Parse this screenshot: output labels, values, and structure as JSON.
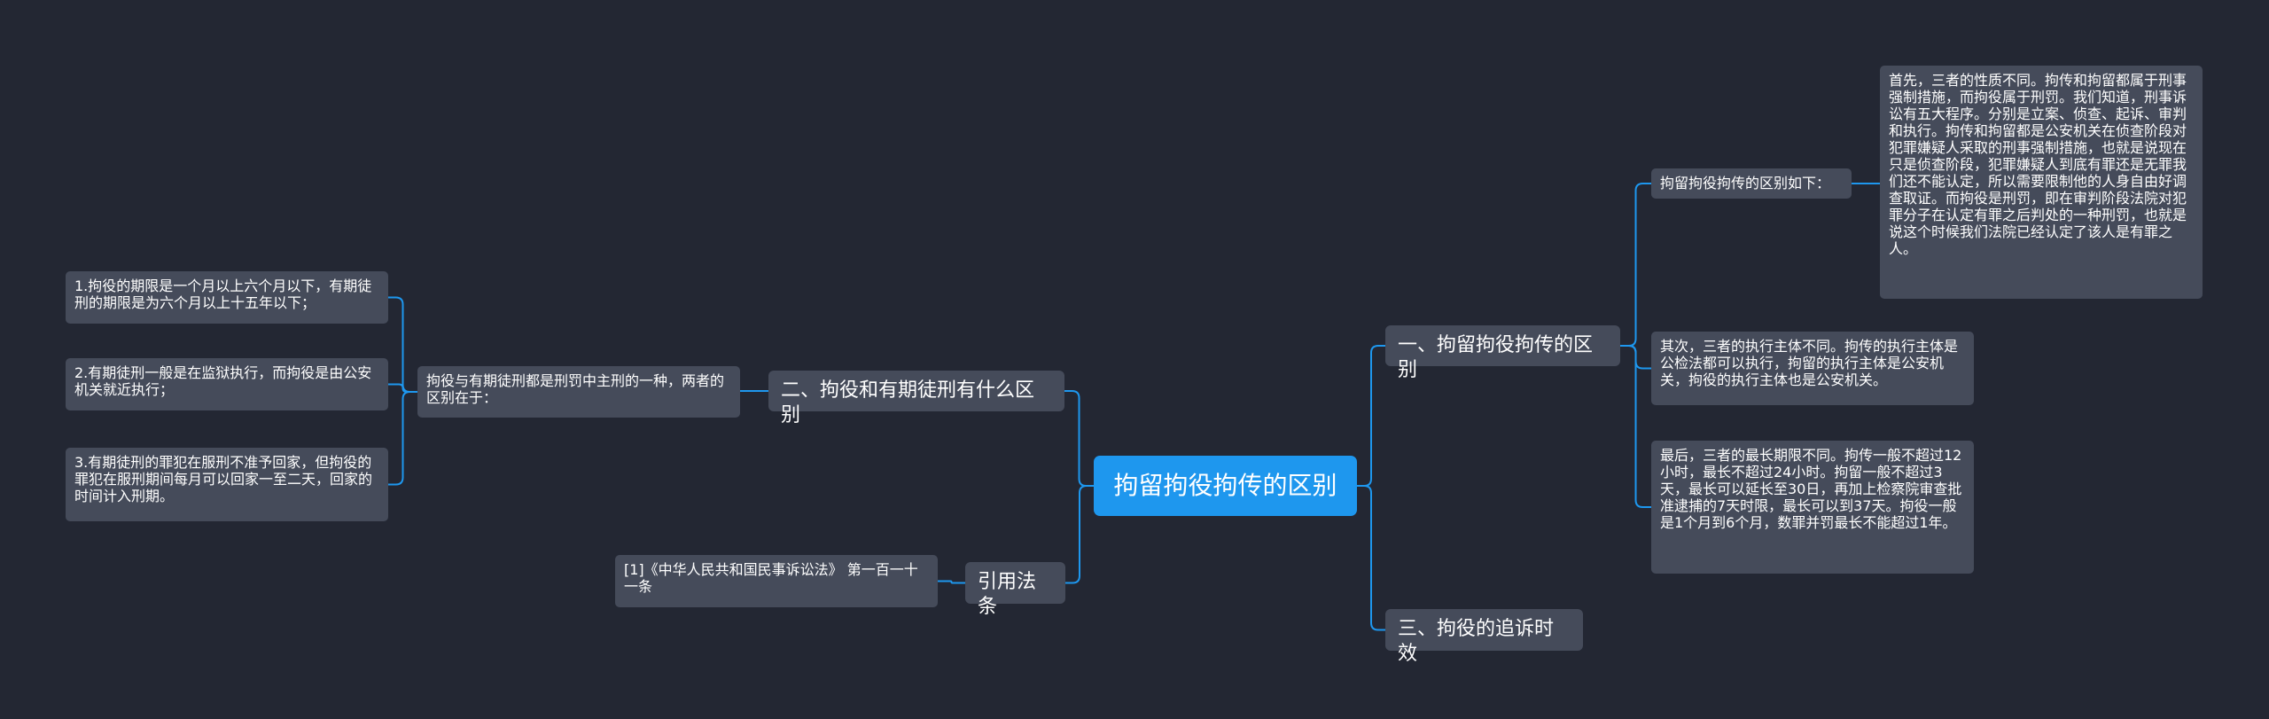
{
  "mindmap": {
    "root": "拘留拘役拘传的区别",
    "b1": {
      "title": "一、拘留拘役拘传的区别",
      "sub": "拘留拘役拘传的区别如下：",
      "p1": "首先，三者的性质不同。拘传和拘留都属于刑事强制措施，而拘役属于刑罚。我们知道，刑事诉讼有五大程序。分别是立案、侦查、起诉、审判和执行。拘传和拘留都是公安机关在侦查阶段对犯罪嫌疑人采取的刑事强制措施，也就是说现在只是侦查阶段，犯罪嫌疑人到底有罪还是无罪我们还不能认定，所以需要限制他的人身自由好调查取证。而拘役是刑罚，即在审判阶段法院对犯罪分子在认定有罪之后判处的一种刑罚，也就是说这个时候我们法院已经认定了该人是有罪之人。",
      "p2": "其次，三者的执行主体不同。拘传的执行主体是公检法都可以执行，拘留的执行主体是公安机关，拘役的执行主体也是公安机关。",
      "p3": "最后，三者的最长期限不同。拘传一般不超过12小时，最长不超过24小时。拘留一般不超过3天，最长可以延长至30日，再加上检察院审查批准逮捕的7天时限，最长可以到37天。拘役一般是1个月到6个月，数罪并罚最长不能超过1年。"
    },
    "b3": {
      "title": "三、拘役的追诉时效"
    },
    "b2": {
      "title": "二、拘役和有期徒刑有什么区别",
      "sub": "拘役与有期徒刑都是刑罚中主刑的一种，两者的区别在于：",
      "p1": "1.拘役的期限是一个月以上六个月以下，有期徒刑的期限是为六个月以上十五年以下；",
      "p2": "2.有期徒刑一般是在监狱执行，而拘役是由公安机关就近执行；",
      "p3": "3.有期徒刑的罪犯在服刑不准予回家，但拘役的罪犯在服刑期间每月可以回家一至二天，回家的时间计入刑期。"
    },
    "b4": {
      "title": "引用法条",
      "ref": "[1]《中华人民共和国民事诉讼法》 第一百一十一条"
    }
  },
  "colors": {
    "background": "#232733",
    "root_fill": "#1e97ee",
    "node_fill": "#454b5a",
    "connector": "#1e97ee",
    "text": "#ffffff"
  }
}
